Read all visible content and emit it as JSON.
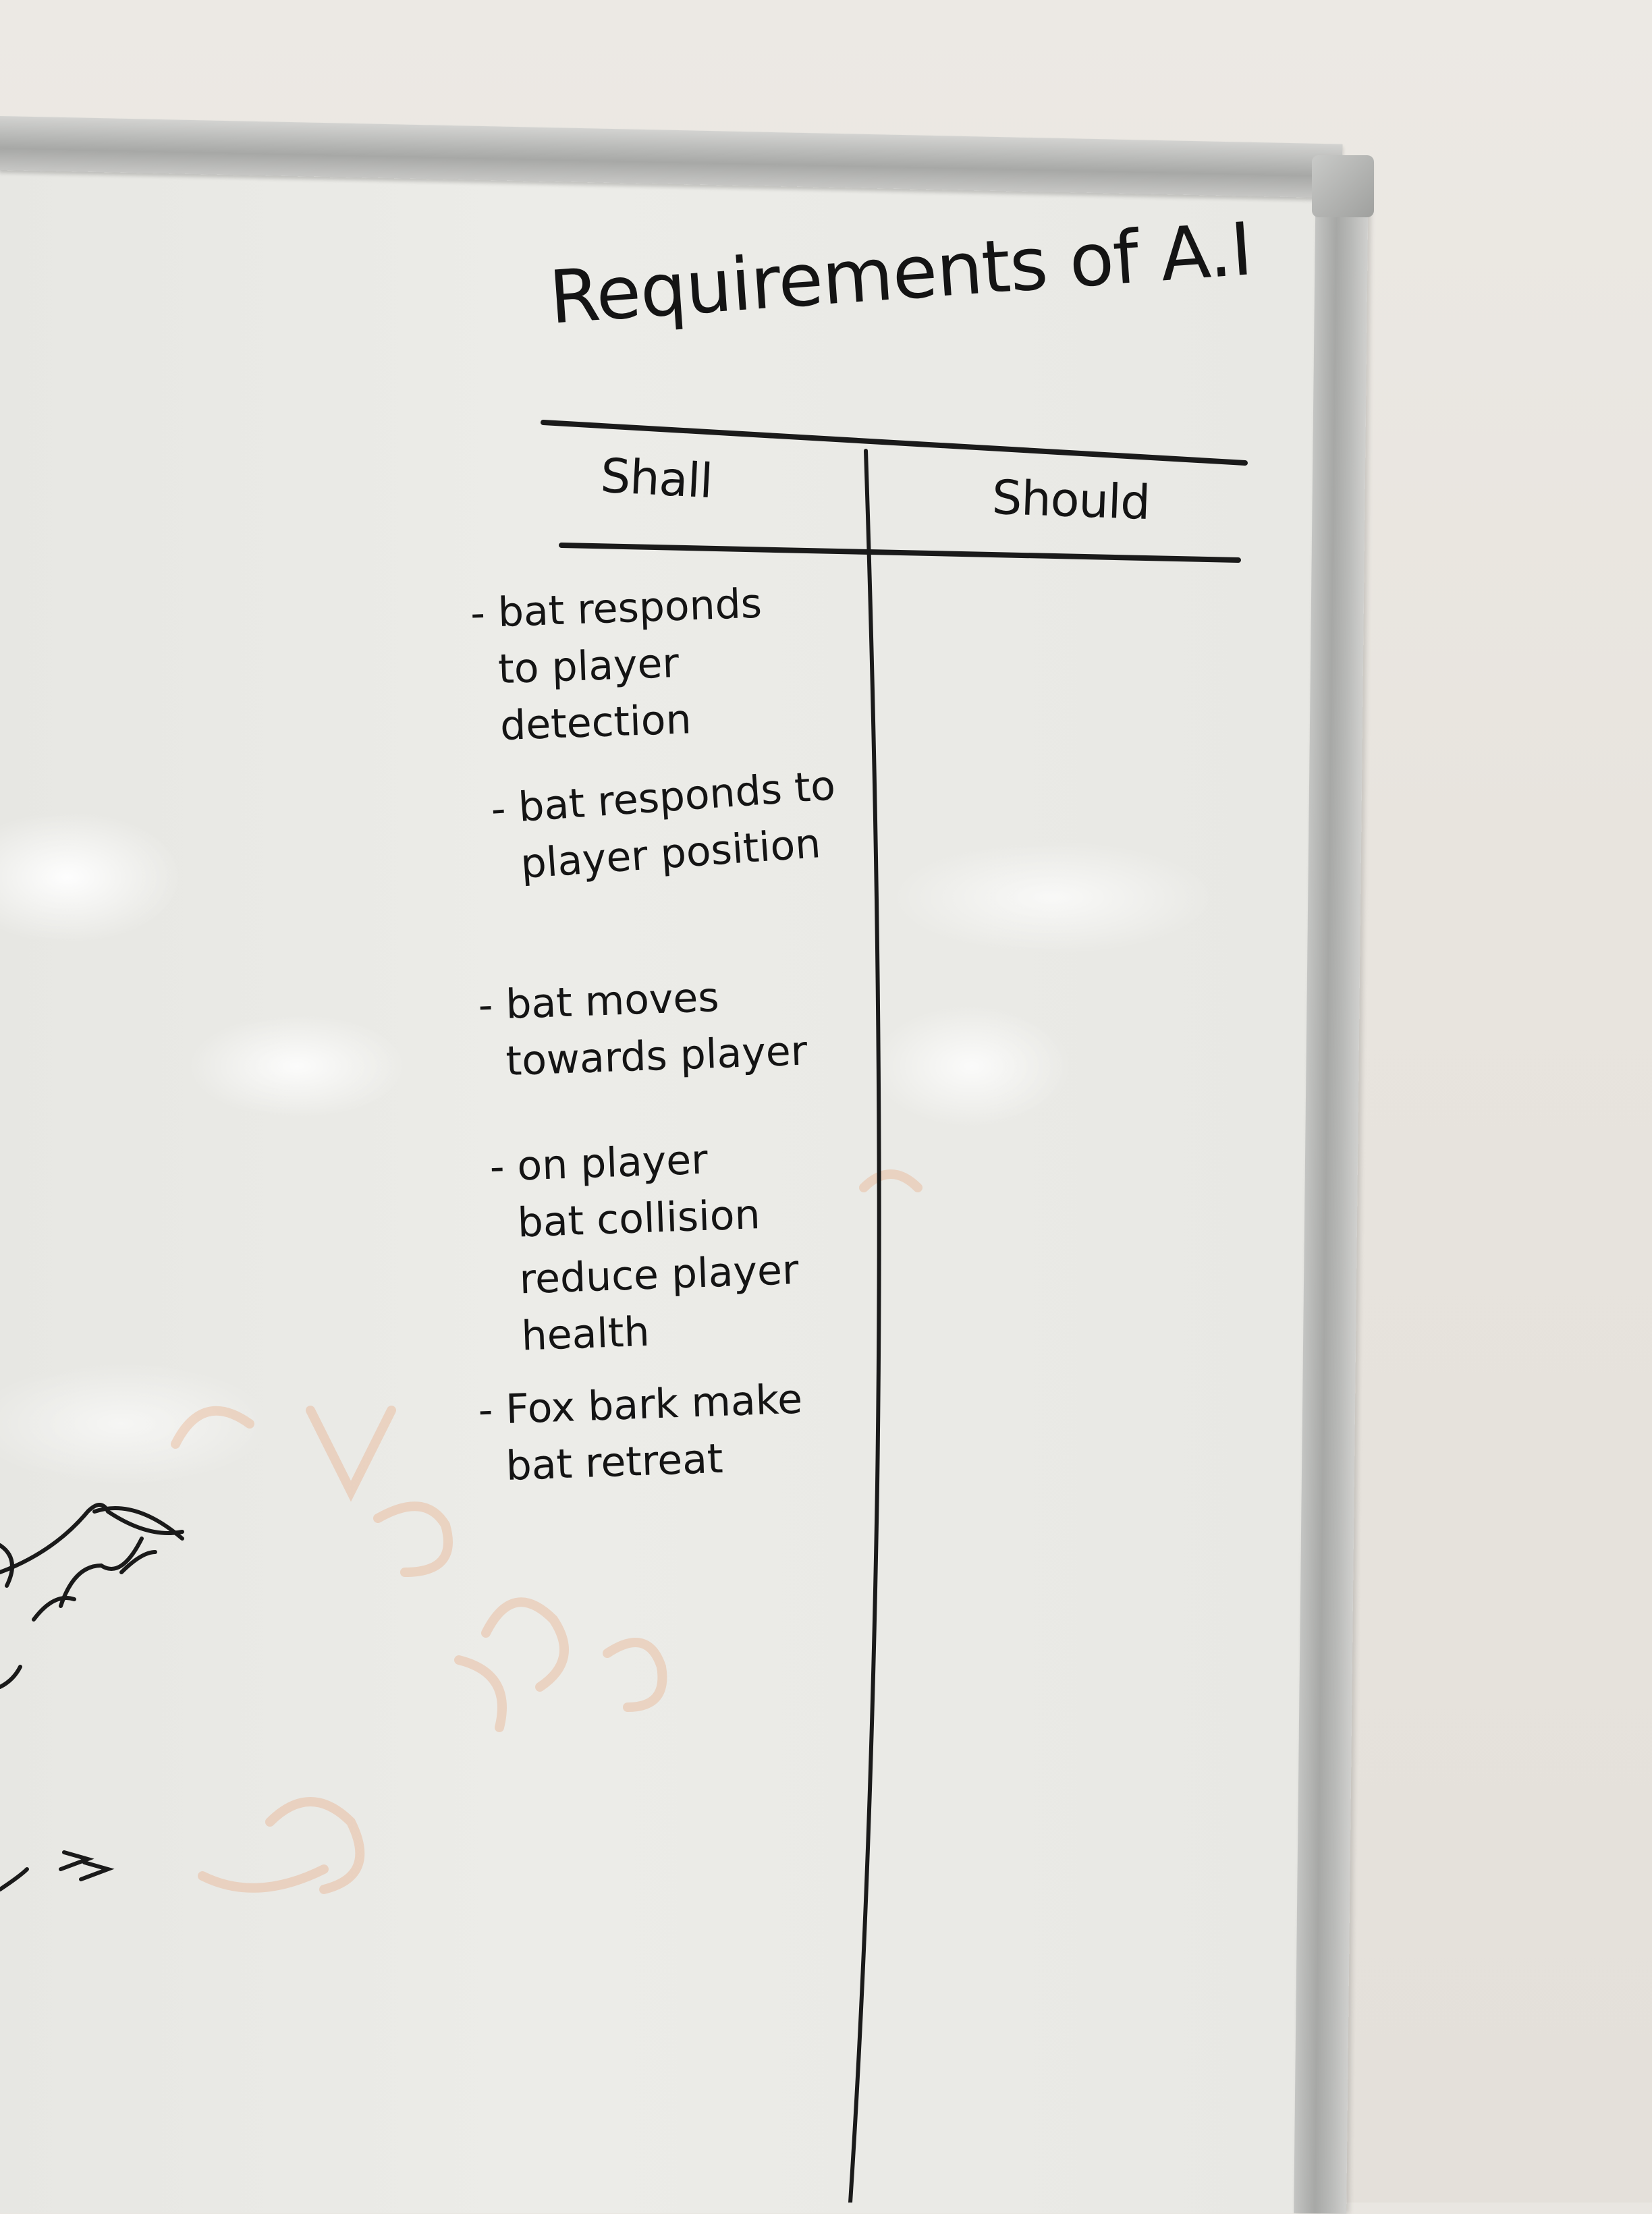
{
  "whiteboard": {
    "title": "Requirements of A.I",
    "columns": [
      {
        "header": "Shall"
      },
      {
        "header": "Should"
      }
    ],
    "shall_items": [
      "- bat responds\n  to player\n  detection",
      "- bat responds to\n  player position",
      "- bat moves\n  towards player",
      "- on player\n  bat collision\n  reduce player\n  health",
      "- Fox bark make\n  bat retreat"
    ],
    "should_items": []
  },
  "colors": {
    "ink": "#141414",
    "board": "#ebebe7",
    "frame": "#b4b5b3",
    "ghost_marker": "#e9a57c"
  }
}
